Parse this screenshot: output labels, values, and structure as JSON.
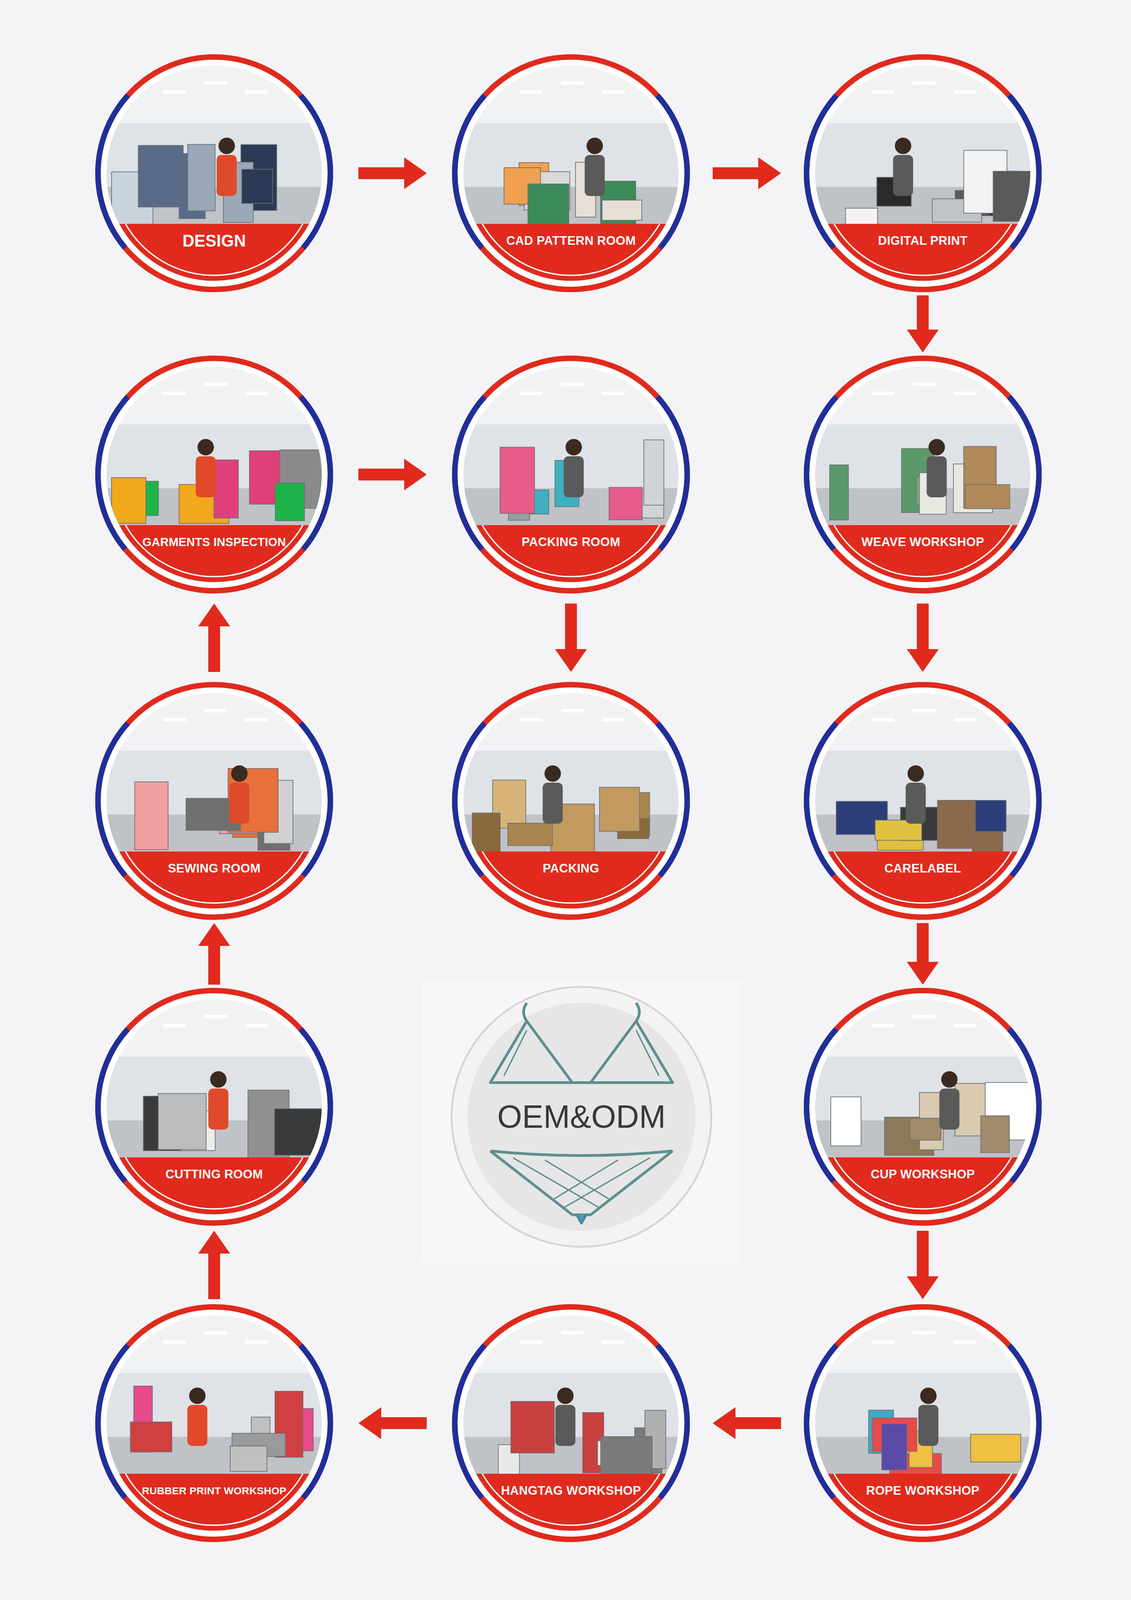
{
  "diagram": {
    "nodes": [
      {
        "text": [
          "DESIGN"
        ]
      },
      {
        "text": [
          "CAD PATTERN ROOM"
        ]
      },
      {
        "text": [
          "DIGITAL PRINT"
        ]
      },
      {
        "text": [
          "GARMENTS INSPECTION"
        ]
      },
      {
        "text": [
          "PACKING ROOM"
        ]
      },
      {
        "text": [
          "WEAVE WORKSHOP"
        ]
      },
      {
        "text": [
          "SEWING ROOM"
        ]
      },
      {
        "text": [
          "PACKING"
        ]
      },
      {
        "text": [
          "CARELABEL"
        ]
      },
      {
        "text": [
          "CUTTING ROOM"
        ]
      },
      {
        "text": [
          "OEM&ODM"
        ]
      },
      {
        "text": [
          "CUP WORKSHOP"
        ]
      },
      {
        "text": [
          "RUBBER PRINT WORKSHOP"
        ]
      },
      {
        "text": [
          "HANGTAG WORKSHOP"
        ]
      },
      {
        "text": [
          "ROPE WORKSHOP"
        ]
      }
    ],
    "edges": [
      {
        "from": 0,
        "to": 1,
        "arrow": "to"
      },
      {
        "from": 1,
        "to": 2,
        "arrow": "to"
      },
      {
        "from": 2,
        "to": 5,
        "arrow": "to"
      },
      {
        "from": 5,
        "to": 8,
        "arrow": "to"
      },
      {
        "from": 8,
        "to": 11,
        "arrow": "to"
      },
      {
        "from": 11,
        "to": 14,
        "arrow": "to"
      },
      {
        "from": 14,
        "to": 13,
        "arrow": "to"
      },
      {
        "from": 13,
        "to": 12,
        "arrow": "to"
      },
      {
        "from": 12,
        "to": 9,
        "arrow": "to"
      },
      {
        "from": 9,
        "to": 6,
        "arrow": "to"
      },
      {
        "from": 6,
        "to": 3,
        "arrow": "to"
      },
      {
        "from": 3,
        "to": 4,
        "arrow": "to"
      },
      {
        "from": 4,
        "to": 7,
        "arrow": "to"
      }
    ]
  }
}
